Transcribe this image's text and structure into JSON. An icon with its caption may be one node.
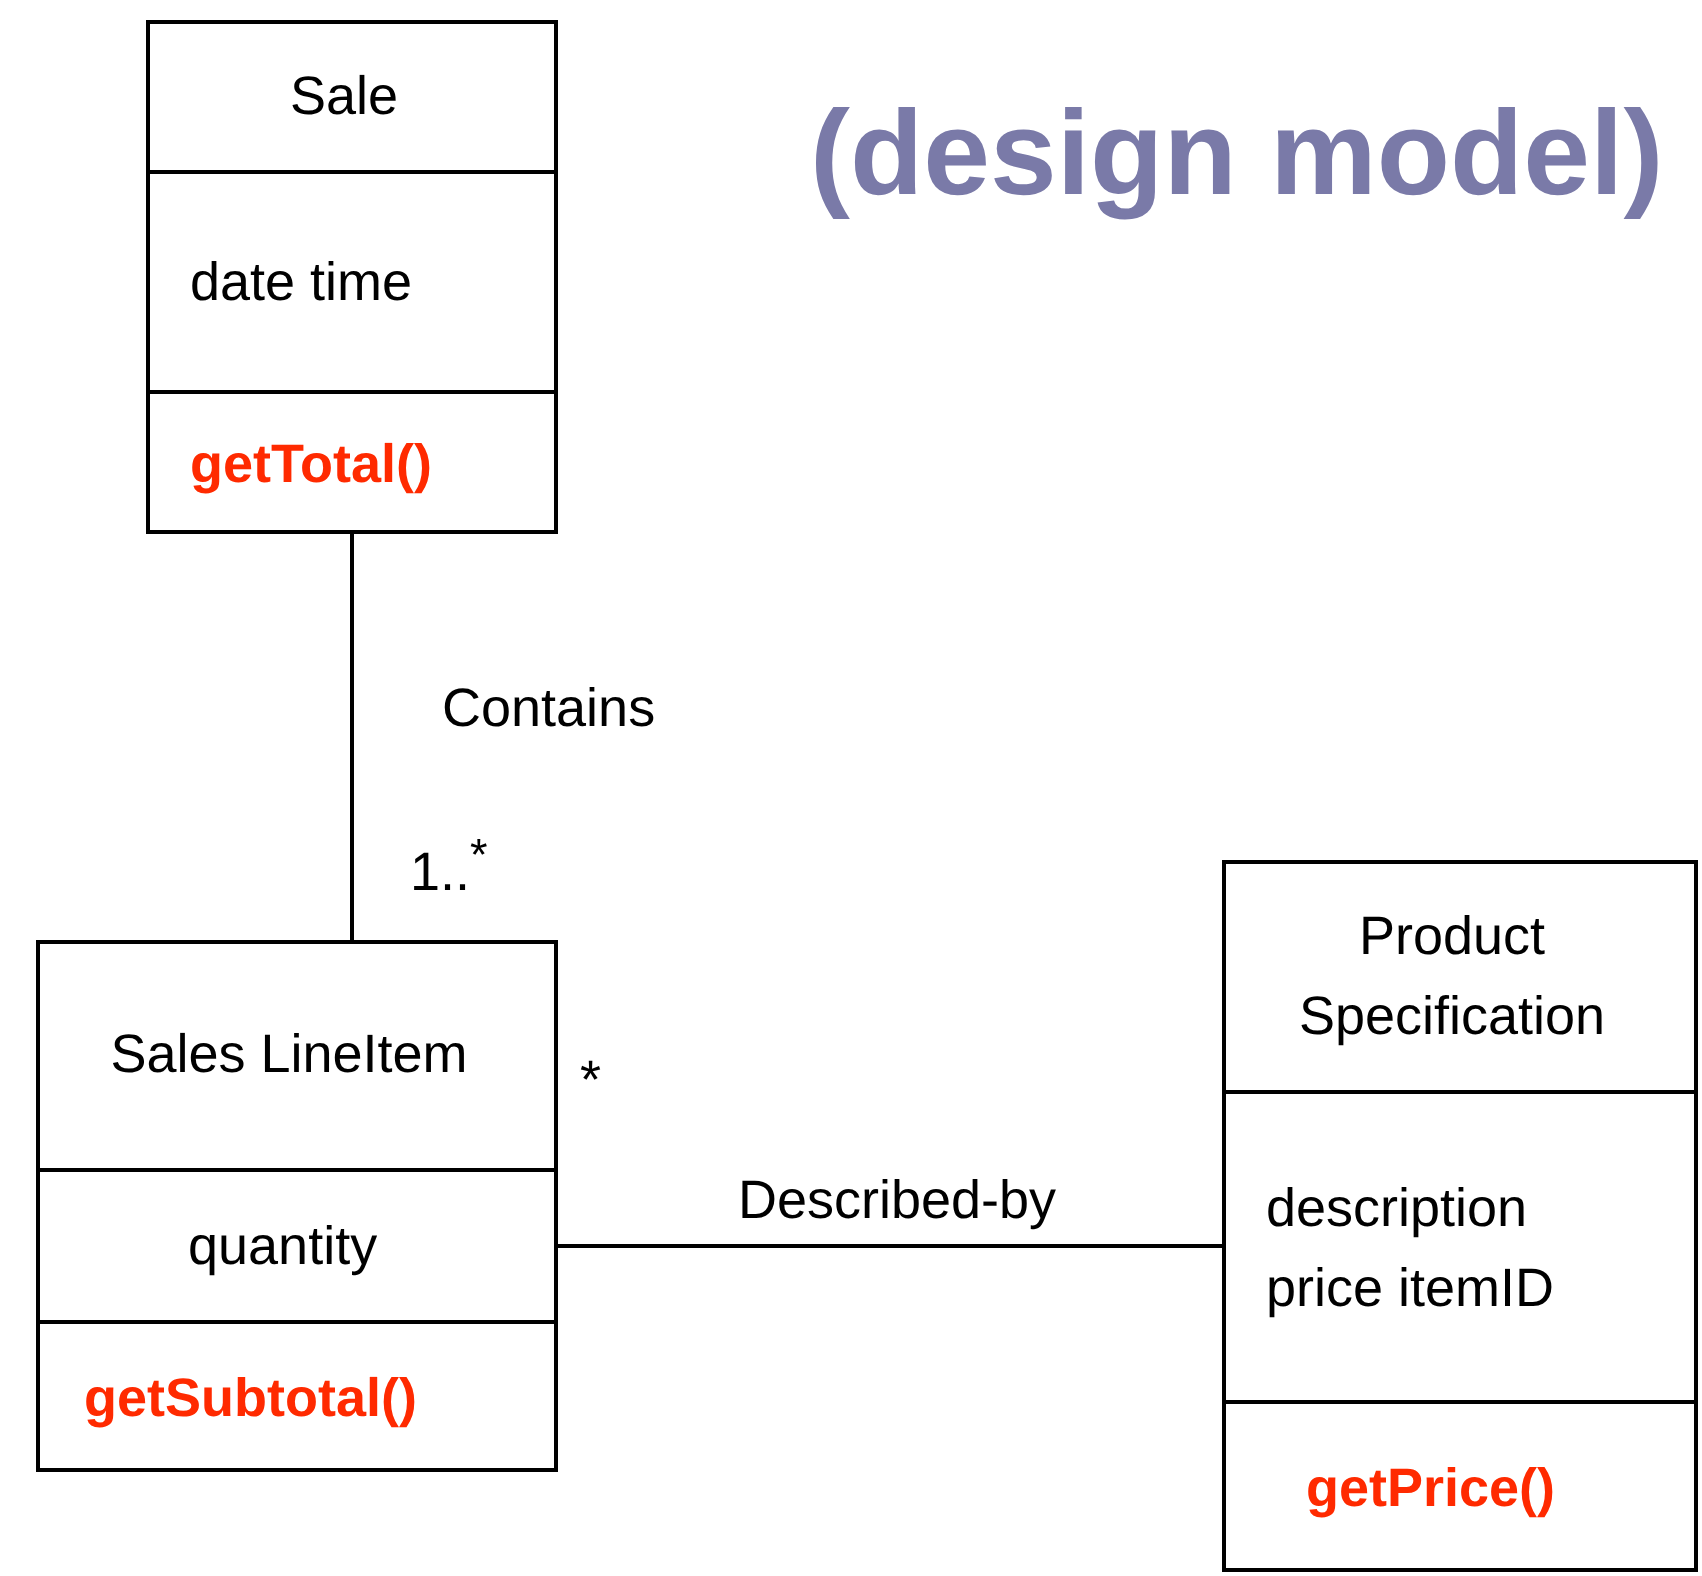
{
  "diagram": {
    "title": "(design model)",
    "nodes": [
      {
        "text": [
          "Sale",
          "date time",
          "getTotal()"
        ]
      },
      {
        "text": [
          "Sales LineItem",
          "quantity",
          "getSubtotal()"
        ]
      },
      {
        "text": [
          "Product Specification",
          "description price itemID",
          "getPrice()"
        ]
      }
    ],
    "edges": [
      {
        "from": 0,
        "to": 1,
        "arrow": "none",
        "label": "Contains"
      },
      {
        "from": 1,
        "to": 2,
        "arrow": "none",
        "label": "Described-by"
      }
    ],
    "labels": [
      "1..$^{*}$",
      "*"
    ]
  }
}
